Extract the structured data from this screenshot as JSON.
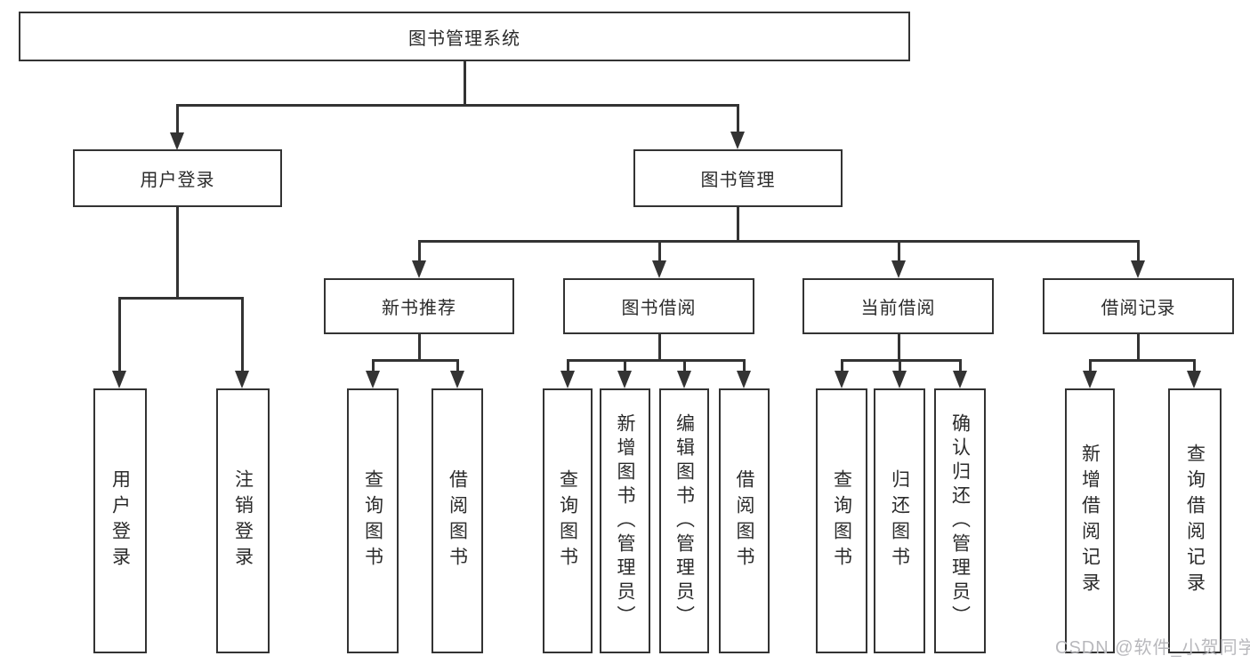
{
  "diagram": {
    "type": "hierarchy-tree",
    "title": "图书管理系统",
    "colors": {
      "line": "#333333",
      "text": "#2b2b2b",
      "background": "#ffffff",
      "watermark": "#b8b8bc"
    },
    "nodes": {
      "root": "图书管理系统",
      "user_login": "用户登录",
      "book_management": "图书管理",
      "new_book_recommend": "新书推荐",
      "book_borrow": "图书借阅",
      "current_borrow": "当前借阅",
      "borrow_records": "借阅记录",
      "leaf_user_login": "用户登录",
      "leaf_logout": "注销登录",
      "leaf_rec_query_books": "查询图书",
      "leaf_rec_borrow_books": "借阅图书",
      "leaf_bb_query_books": "查询图书",
      "leaf_bb_add_book_admin": "新增图书（管理员）",
      "leaf_bb_edit_book_admin": "编辑图书（管理员）",
      "leaf_bb_borrow_books": "借阅图书",
      "leaf_cb_query_books": "查询图书",
      "leaf_cb_return_books": "归还图书",
      "leaf_cb_confirm_return_admin": "确认归还（管理员）",
      "leaf_br_add_record": "新增借阅记录",
      "leaf_br_query_record": "查询借阅记录"
    },
    "watermark": "CSDN @软件_小贺同学"
  }
}
